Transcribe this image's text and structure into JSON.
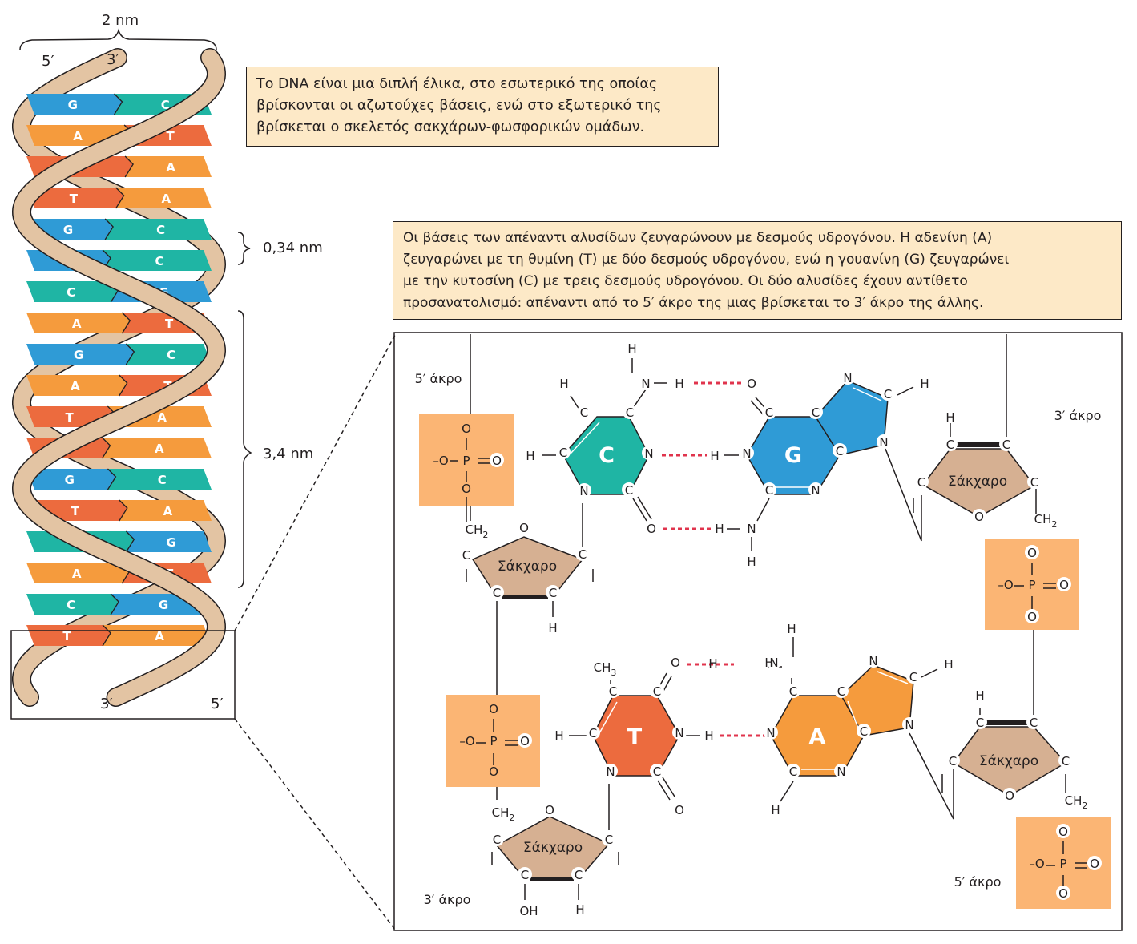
{
  "dimensions": {
    "width": "2 nm",
    "base_spacing": "0,34 nm",
    "turn": "3,4 nm"
  },
  "helix_ends": {
    "top_left": "5′",
    "top_right": "3′",
    "bottom_left": "3′",
    "bottom_right": "5′"
  },
  "helix_rungs": [
    [
      "G",
      "C"
    ],
    [
      "A",
      "T"
    ],
    [
      "T",
      "A"
    ],
    [
      "T",
      "A"
    ],
    [
      "G",
      "C"
    ],
    [
      "G",
      "C"
    ],
    [
      "C",
      "G"
    ],
    [
      "A",
      "T"
    ],
    [
      "G",
      "C"
    ],
    [
      "A",
      "T"
    ],
    [
      "T",
      "A"
    ],
    [
      "T",
      "A"
    ],
    [
      "G",
      "C"
    ],
    [
      "T",
      "A"
    ],
    [
      "C",
      "G"
    ],
    [
      "A",
      "T"
    ],
    [
      "C",
      "G"
    ],
    [
      "T",
      "A"
    ]
  ],
  "captions": {
    "helix": [
      "Το DNA είναι μια διπλή έλικα, στο εσωτερικό της οποίας",
      "βρίσκονται οι αζωτούχες βάσεις, ενώ στο εξωτερικό της",
      "βρίσκεται ο σκελετός σακχάρων-φωσφορικών ομάδων."
    ],
    "pairing": [
      "Οι βάσεις των απέναντι αλυσίδων ζευγαρώνουν με δεσμούς υδρογόνου. Η αδενίνη (Α)",
      "ζευγαρώνει με τη θυμίνη (Τ) με δύο δεσμούς υδρογόνου, ενώ η γουανίνη (G) ζευγαρώνει",
      "με την κυτοσίνη (C) με τρεις δεσμούς υδρογόνου. Οι δύο αλυσίδες έχουν αντίθετο",
      "προσανατολισμό: απέναντι από το 5′ άκρο της μιας βρίσκεται το 3′ άκρο της άλλης."
    ]
  },
  "detail": {
    "end_labels": {
      "left_top": "5′ άκρο",
      "left_bottom": "3′ άκρο",
      "right_top": "3′ άκρο",
      "right_bottom": "5′ άκρο"
    },
    "sugar_label": "Σάκχαρο",
    "bases": {
      "cytosine": "C",
      "guanine": "G",
      "thymine": "T",
      "adenine": "A"
    },
    "atoms": {
      "C": "C",
      "N": "N",
      "O": "O",
      "H": "H",
      "P": "P",
      "CH2": "CH",
      "CH3": "CH",
      "OH": "OH",
      "sub2": "2",
      "sub3": "3",
      "phos_O": "–O"
    }
  },
  "colors": {
    "G": "#2f9bd6",
    "C": "#1fb5a4",
    "A": "#f59b3d",
    "T": "#ec6b3e",
    "backbone": "#e3c4a3",
    "sugar": "#d6b092",
    "phosphate": "#fbb574",
    "caption_bg": "#fde9c7",
    "h_bond": "#e0344d"
  }
}
